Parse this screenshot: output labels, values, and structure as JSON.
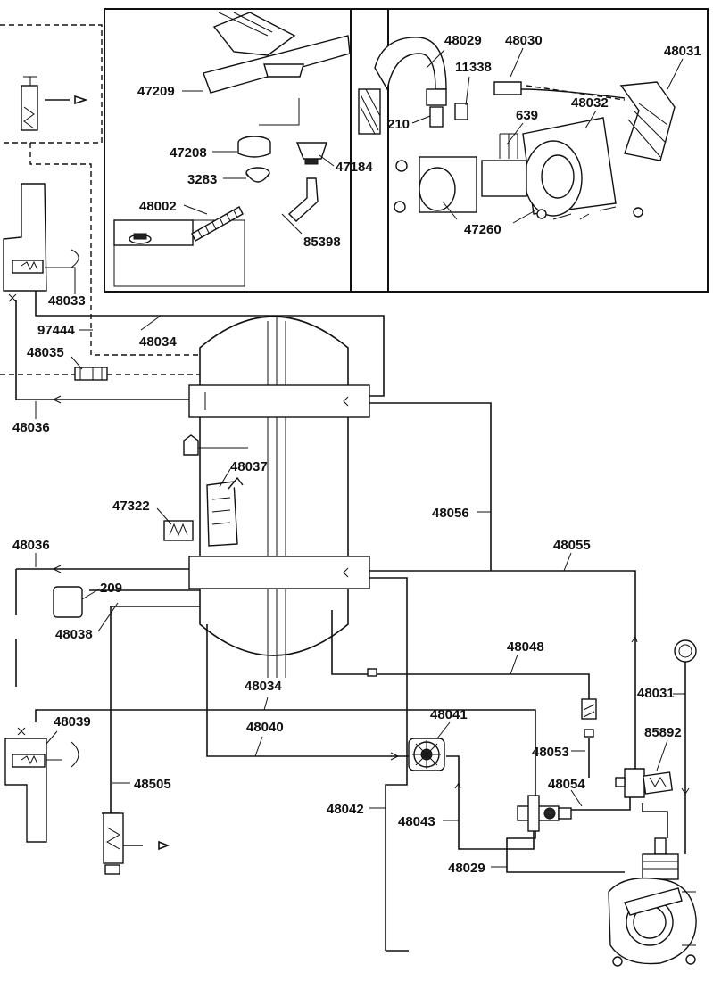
{
  "labels": {
    "p47209": "47209",
    "p47208": "47208",
    "p3283": "3283",
    "p48002": "48002",
    "p47184": "47184",
    "p85398": "85398",
    "p48029_top": "48029",
    "p48030": "48030",
    "p11338": "11338",
    "p48031_top": "48031",
    "p210": "210",
    "p639": "639",
    "p48032": "48032",
    "p47260": "47260",
    "p48033": "48033",
    "p97444": "97444",
    "p48034_top": "48034",
    "p48035": "48035",
    "p48036_top": "48036",
    "p48037": "48037",
    "p47322": "47322",
    "p48056": "48056",
    "p48036_mid": "48036",
    "p48055": "48055",
    "p209": "209",
    "p48038": "48038",
    "p48048": "48048",
    "p48031_mid": "48031",
    "p48034_mid": "48034",
    "p48039": "48039",
    "p48040": "48040",
    "p48041": "48041",
    "p48053": "48053",
    "p85892": "85892",
    "p48505": "48505",
    "p48054": "48054",
    "p48042": "48042",
    "p48043": "48043",
    "p48029_bot": "48029"
  },
  "colors": {
    "line": "#111111",
    "background": "#ffffff"
  }
}
